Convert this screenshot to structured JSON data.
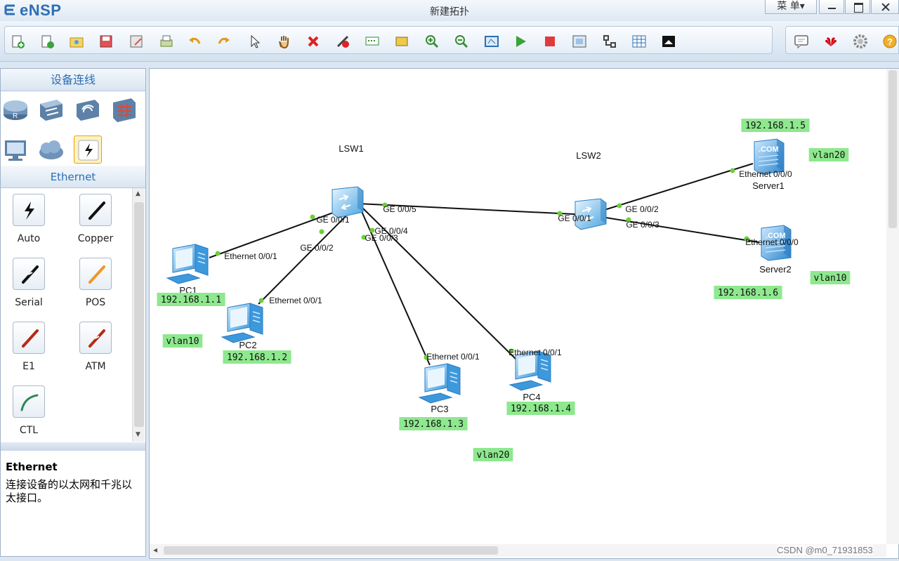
{
  "app": {
    "logo_text": "eNSP",
    "window_title": "新建拓扑",
    "menu_label": "菜 单▾"
  },
  "toolbar": {
    "icons": [
      "new-topology-icon",
      "new-example-icon",
      "open-icon",
      "save-icon",
      "save-as-icon",
      "print-icon",
      "undo-icon",
      "redo-icon",
      "select-pointer-icon",
      "pan-hand-icon",
      "delete-icon",
      "delete-link-icon",
      "text-annotation-icon",
      "rectangle-annotation-icon",
      "zoom-in-icon",
      "zoom-out-icon",
      "fit-view-icon",
      "start-device-icon",
      "stop-device-icon",
      "capture-icon",
      "topology-grid-icon",
      "palette-icon",
      "command-line-icon"
    ],
    "right_icons": [
      "chat-icon",
      "huawei-logo-icon",
      "settings-gear-icon",
      "help-icon"
    ]
  },
  "left_panel": {
    "devices_title": "设备连线",
    "device_types": [
      "router-icon",
      "switch-icon",
      "wireless-icon",
      "firewall-icon",
      "pc-device-icon",
      "cloud-icon",
      "connection-icon"
    ],
    "category_title": "Ethernet",
    "cables": [
      {
        "label": "Auto",
        "icon": "auto-cable-icon"
      },
      {
        "label": "Copper",
        "icon": "copper-cable-icon"
      },
      {
        "label": "Serial",
        "icon": "serial-cable-icon"
      },
      {
        "label": "POS",
        "icon": "pos-cable-icon"
      },
      {
        "label": "E1",
        "icon": "e1-cable-icon"
      },
      {
        "label": "ATM",
        "icon": "atm-cable-icon"
      },
      {
        "label": "CTL",
        "icon": "ctl-cable-icon"
      }
    ],
    "info_title": "Ethernet",
    "info_desc": "连接设备的以太网和千兆以太接口。"
  },
  "topology": {
    "switches": [
      {
        "name": "LSW1"
      },
      {
        "name": "LSW2"
      }
    ],
    "pcs": [
      {
        "name": "PC1",
        "ip": "192.168.1.1"
      },
      {
        "name": "PC2",
        "ip": "192.168.1.2"
      },
      {
        "name": "PC3",
        "ip": "192.168.1.3"
      },
      {
        "name": "PC4",
        "ip": "192.168.1.4"
      }
    ],
    "servers": [
      {
        "name": "Server1",
        "ip": "192.168.1.5"
      },
      {
        "name": "Server2",
        "ip": "192.168.1.6"
      }
    ],
    "links": [
      {
        "a": "LSW1",
        "a_port": "GE 0/0/1",
        "b": "PC1",
        "b_port": "Ethernet 0/0/1"
      },
      {
        "a": "LSW1",
        "a_port": "GE 0/0/2",
        "b": "PC2",
        "b_port": "Ethernet 0/0/1"
      },
      {
        "a": "LSW1",
        "a_port": "GE 0/0/3",
        "b": "PC3",
        "b_port": "Ethernet 0/0/1"
      },
      {
        "a": "LSW1",
        "a_port": "GE 0/0/4",
        "b": "PC4",
        "b_port": "Ethernet 0/0/1"
      },
      {
        "a": "LSW1",
        "a_port": "GE 0/0/5",
        "b": "LSW2",
        "b_port": "GE 0/0/1"
      },
      {
        "a": "LSW2",
        "a_port": "GE 0/0/2",
        "b": "Server1",
        "b_port": "Ethernet 0/0/0"
      },
      {
        "a": "LSW2",
        "a_port": "GE 0/0/3",
        "b": "Server2",
        "b_port": "Ethernet 0/0/0"
      }
    ],
    "vlan_tags": [
      "vlan10",
      "vlan20",
      "vlan20",
      "vlan10"
    ]
  },
  "watermark": "CSDN @m0_71931853",
  "colors": {
    "accent": "#2d6fb3",
    "link_dot": "#6ccf3a",
    "tag_bg": "#8ee88e"
  }
}
